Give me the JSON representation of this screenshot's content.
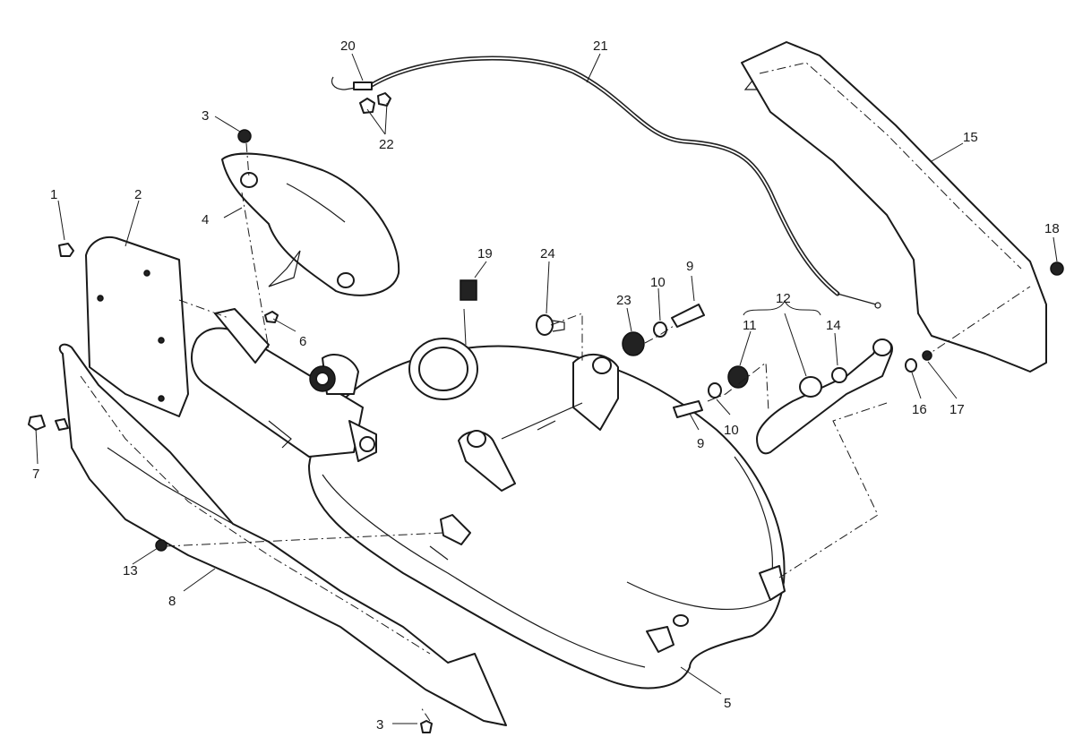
{
  "callouts": [
    {
      "id": "c1",
      "label": "1"
    },
    {
      "id": "c2",
      "label": "2"
    },
    {
      "id": "c3a",
      "label": "3"
    },
    {
      "id": "c3b",
      "label": "3"
    },
    {
      "id": "c4",
      "label": "4"
    },
    {
      "id": "c5",
      "label": "5"
    },
    {
      "id": "c6",
      "label": "6"
    },
    {
      "id": "c7",
      "label": "7"
    },
    {
      "id": "c8",
      "label": "8"
    },
    {
      "id": "c9a",
      "label": "9"
    },
    {
      "id": "c9b",
      "label": "9"
    },
    {
      "id": "c10a",
      "label": "10"
    },
    {
      "id": "c10b",
      "label": "10"
    },
    {
      "id": "c11",
      "label": "11"
    },
    {
      "id": "c12",
      "label": "12"
    },
    {
      "id": "c13",
      "label": "13"
    },
    {
      "id": "c14",
      "label": "14"
    },
    {
      "id": "c15",
      "label": "15"
    },
    {
      "id": "c16",
      "label": "16"
    },
    {
      "id": "c17",
      "label": "17"
    },
    {
      "id": "c18",
      "label": "18"
    },
    {
      "id": "c19",
      "label": "19"
    },
    {
      "id": "c20",
      "label": "20"
    },
    {
      "id": "c21",
      "label": "21"
    },
    {
      "id": "c22",
      "label": "22"
    },
    {
      "id": "c23",
      "label": "23"
    },
    {
      "id": "c24",
      "label": "24"
    }
  ]
}
